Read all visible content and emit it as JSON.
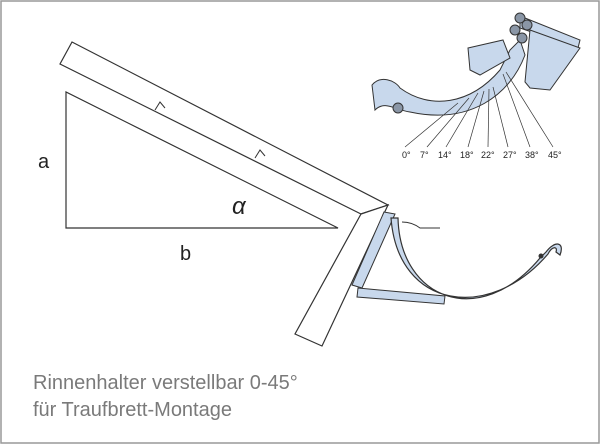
{
  "labels": {
    "a": "a",
    "b": "b",
    "alpha": "α"
  },
  "angles": [
    "0°",
    "7°",
    "14°",
    "18°",
    "22°",
    "27°",
    "38°",
    "45°"
  ],
  "caption": {
    "line1": "Rinnenhalter verstellbar 0-45°",
    "line2": "für Traufbrett-Montage"
  },
  "colors": {
    "part_fill": "#c8d8ec",
    "line": "#333333",
    "caption": "#7a7a7a"
  }
}
